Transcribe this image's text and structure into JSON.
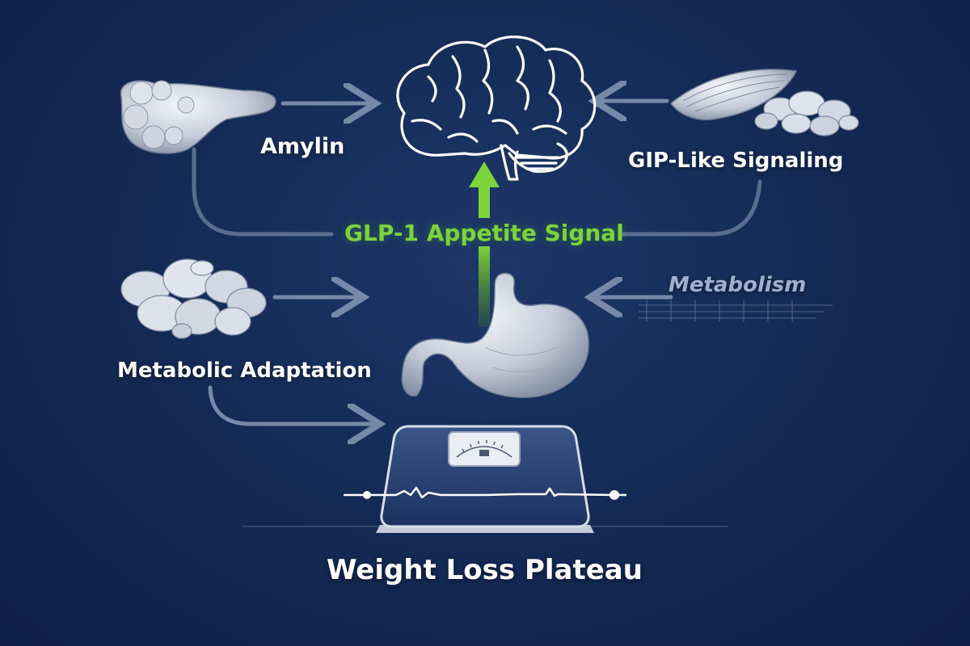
{
  "diagram": {
    "nodes": {
      "amylin": "Amylin",
      "gip": "GIP-Like Signaling",
      "glp1": "GLP-1 Appetite Signal",
      "metabolism": "Metabolism",
      "metabolic_adaptation": "Metabolic Adaptation",
      "plateau": "Weight Loss Plateau"
    },
    "colors": {
      "background": "#142a55",
      "glp1_accent": "#7cd33b",
      "connector": "#8a9ab8",
      "text": "#ffffff"
    }
  }
}
